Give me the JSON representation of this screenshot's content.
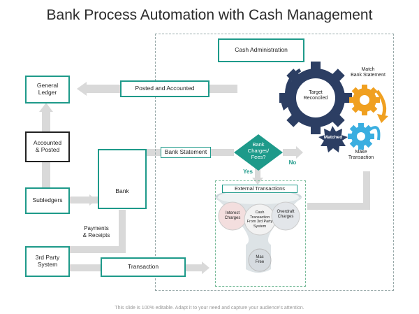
{
  "title": "Bank Process Automation with Cash Management",
  "nodes": {
    "cash_admin": "Cash Administration",
    "general_ledger": "General\nLedger",
    "posted_accounted": "Posted and Accounted",
    "accounted_posted": "Accounted\n& Posted",
    "subledgers": "Subledgers",
    "bank": "Bank",
    "bank_statement": "Bank Statement",
    "decision": "Bank\nCharges/\nFees?",
    "yes": "Yes",
    "no": "No",
    "payments_receipts": "Payments\n& Receipts",
    "third_party": "3rd Party\nSystem",
    "transaction": "Transaction",
    "external_transactions": "External Transactions",
    "interest_charges": "Interest\nCharges",
    "cash_transaction": "Cash\nTransaction\nFrom 3rd Party\nSystem",
    "overdraft_charges": "Overdraft\nCharges",
    "mac_free": "Mac\nFree",
    "target_reconciled": "Target\nReconciled",
    "match_bank_statement": "Match\nBank Statement",
    "matched": "Matched",
    "make_transaction": "Make\nTransaction"
  },
  "footer": "This slide is 100% editable. Adapt it to your need and capture your audience's attention.",
  "colors": {
    "teal": "#1e9a8a",
    "navy": "#2c3e63",
    "orange": "#f0a020",
    "sky": "#3aaee0",
    "arrow": "#d9d9d9"
  }
}
